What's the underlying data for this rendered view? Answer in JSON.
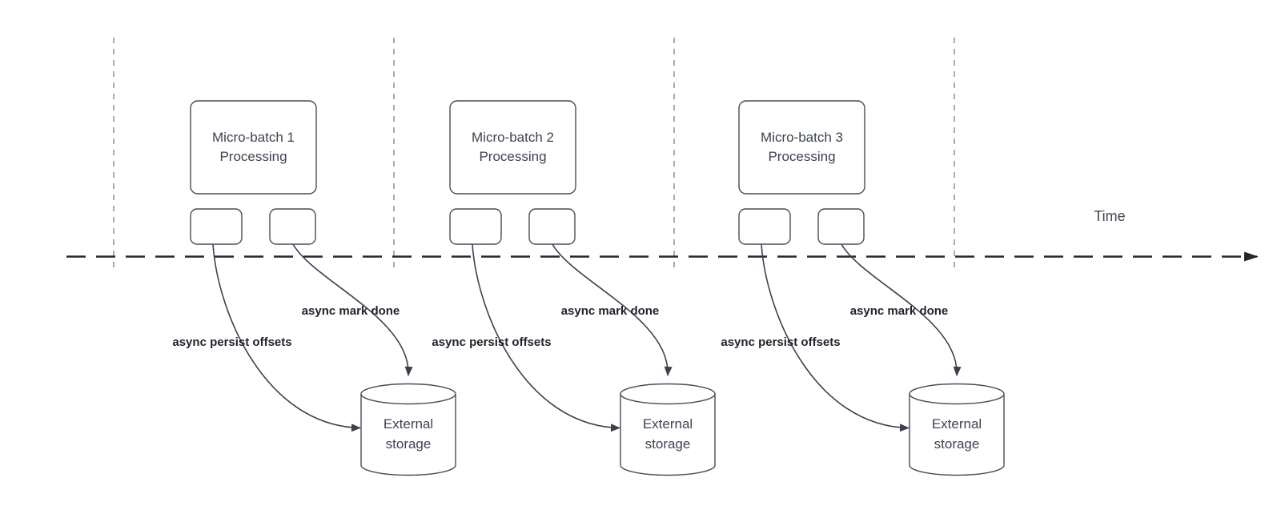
{
  "diagram": {
    "time_axis_label": "Time",
    "batches": [
      {
        "title": "Micro-batch 1 Processing",
        "persist_label": "async persist offsets",
        "done_label": "async mark done",
        "storage_label": "External storage"
      },
      {
        "title": "Micro-batch 2 Processing",
        "persist_label": "async persist offsets",
        "done_label": "async mark done",
        "storage_label": "External storage"
      },
      {
        "title": "Micro-batch 3 Processing",
        "persist_label": "async persist offsets",
        "done_label": "async mark done",
        "storage_label": "External storage"
      }
    ],
    "colors": {
      "shape_stroke": "#474d58",
      "edge_stroke": "#3a414c",
      "timeline_stroke": "#21252e",
      "guide_stroke": "#a8abb0",
      "node_text": "#3c4450",
      "edge_label_text": "#20242d",
      "background": "#ffffff"
    }
  }
}
